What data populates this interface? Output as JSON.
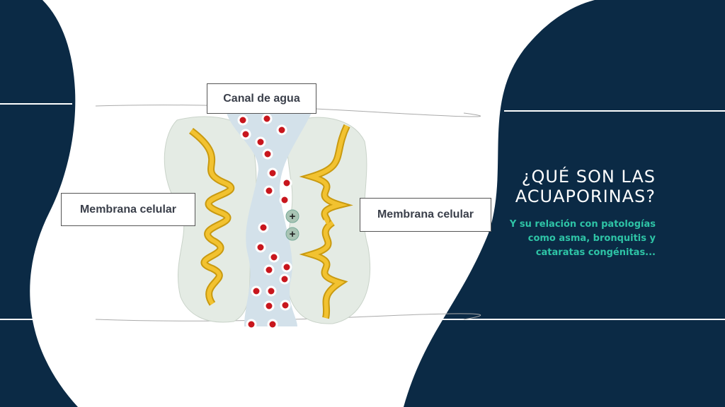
{
  "slide": {
    "title_line1": "¿QUÉ SON LAS",
    "title_line2": "ACUAPORINAS?",
    "subtitle_line1": "Y su relación con patologías",
    "subtitle_line2": "como asma, bronquitis y",
    "subtitle_line3": "cataratas congénitas..."
  },
  "diagram": {
    "label_top": "Canal de agua",
    "label_left": "Membrana celular",
    "label_right": "Membrana celular",
    "charge_symbol": "+"
  },
  "colors": {
    "navy": "#0b2a45",
    "accent": "#2ec4a6",
    "helix": "#f2c230",
    "water_red": "#c8161d"
  }
}
